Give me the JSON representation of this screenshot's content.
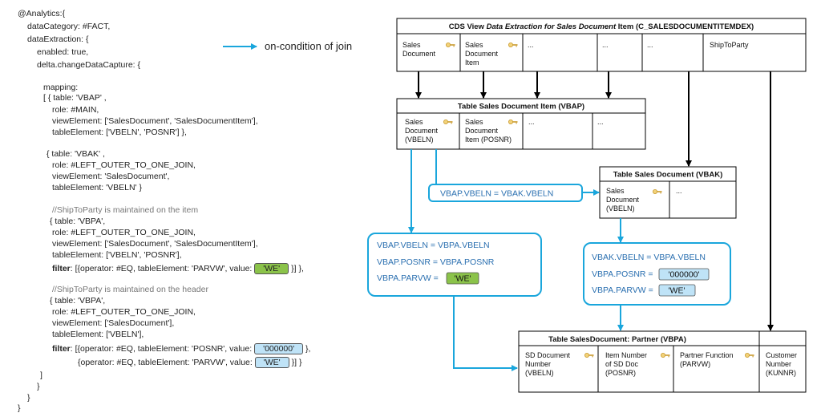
{
  "code": {
    "l1": "@Analytics:{",
    "l2": "dataCategory: #FACT,",
    "l3": "dataExtraction: {",
    "l4": "enabled: true,",
    "l5": "delta.changeDataCapture: {",
    "l6": "mapping:",
    "l7": "[ { table: 'VBAP' ,",
    "l8": "role: #MAIN,",
    "l9": "viewElement: ['SalesDocument', 'SalesDocumentItem'],",
    "l10": "tableElement: ['VBELN', 'POSNR'] },",
    "l11": "{ table: 'VBAK' ,",
    "l12": "role: #LEFT_OUTER_TO_ONE_JOIN,",
    "l13": "viewElement: 'SalesDocument',",
    "l14": "tableElement: 'VBELN' }",
    "l15": "//ShipToParty is maintained on the item",
    "l16": "{ table: 'VBPA',",
    "l17": "role: #LEFT_OUTER_TO_ONE_JOIN,",
    "l18": "viewElement: ['SalesDocument', 'SalesDocumentItem'],",
    "l19": "tableElement: ['VBELN', 'POSNR'],",
    "l20a": "filter",
    "l20b": ": [{operator: #EQ, tableElement: 'PARVW', value:",
    "l20v": "'WE'",
    "l20c": "}] },",
    "l21": "//ShipToParty is maintained on the header",
    "l22": "{ table: 'VBPA',",
    "l23": "role: #LEFT_OUTER_TO_ONE_JOIN,",
    "l24": "viewElement: ['SalesDocument'],",
    "l25": "tableElement: ['VBELN'],",
    "l26a": "filter",
    "l26b": ": [{operator: #EQ, tableElement: 'POSNR', value:",
    "l26v": "'000000'",
    "l26c": "},",
    "l27a": "{operator: #EQ, tableElement: 'PARVW', value:",
    "l27v": "'WE'",
    "l27c": "}] }",
    "l28": "]",
    "l29": "}",
    "l30": "}",
    "l31": "}"
  },
  "legend": {
    "label": "on-condition of join"
  },
  "cds_view": {
    "title_pre": "CDS View ",
    "title_em": "Data Extraction for Sales Document",
    "title_post": " Item (C_SALESDOCUMENTITEMDEX)",
    "cells": [
      {
        "l1": "Sales",
        "l2": "Document",
        "l3": ""
      },
      {
        "l1": "Sales",
        "l2": "Document",
        "l3": "Item"
      },
      {
        "l1": "...",
        "l2": "",
        "l3": ""
      },
      {
        "l1": "...",
        "l2": "",
        "l3": ""
      },
      {
        "l1": "...",
        "l2": "",
        "l3": ""
      },
      {
        "l1": "ShipToParty",
        "l2": "",
        "l3": ""
      }
    ]
  },
  "vbap": {
    "title": "Table Sales Document Item (VBAP)",
    "cells": [
      {
        "l1": "Sales",
        "l2": "Document",
        "l3": "(VBELN)"
      },
      {
        "l1": "Sales",
        "l2": "Document",
        "l3": "Item (POSNR)"
      },
      {
        "l1": "...",
        "l2": "",
        "l3": ""
      },
      {
        "l1": "...",
        "l2": "",
        "l3": ""
      }
    ]
  },
  "vbak": {
    "title": "Table Sales Document (VBAK)",
    "cells": [
      {
        "l1": "Sales",
        "l2": "Document",
        "l3": "(VBELN)"
      },
      {
        "l1": "...",
        "l2": "",
        "l3": ""
      }
    ]
  },
  "vbpa": {
    "title": "Table SalesDocument: Partner (VBPA)",
    "cells": [
      {
        "l1": "SD Document",
        "l2": "Number",
        "l3": "(VBELN)"
      },
      {
        "l1": "Item Number",
        "l2": "of SD Doc",
        "l3": "(POSNR)"
      },
      {
        "l1": "Partner Function",
        "l2": "(PARVW)",
        "l3": ""
      },
      {
        "l1": "Customer",
        "l2": "Number",
        "l3": "(KUNNR)"
      }
    ]
  },
  "cond_vbak": "VBAP.VBELN = VBAK.VBELN",
  "cond_item": {
    "l1": "VBAP.VBELN  = VBPA.VBELN",
    "l2": "VBAP.POSNR = VBPA.POSNR",
    "l3": "VBPA.PARVW =",
    "v3": "'WE'"
  },
  "cond_header": {
    "l1": "VBAK.VBELN  = VBPA.VBELN",
    "l2": "VBPA.POSNR =",
    "v2": "'000000'",
    "l3": "VBPA.PARVW =",
    "v3": "'WE'"
  },
  "colors": {
    "join": "#1aa6dc",
    "cond_text": "#2a6fb0",
    "green": "#8bc34a",
    "light_blue": "#bfe3f7",
    "key": "#c99a2e"
  }
}
